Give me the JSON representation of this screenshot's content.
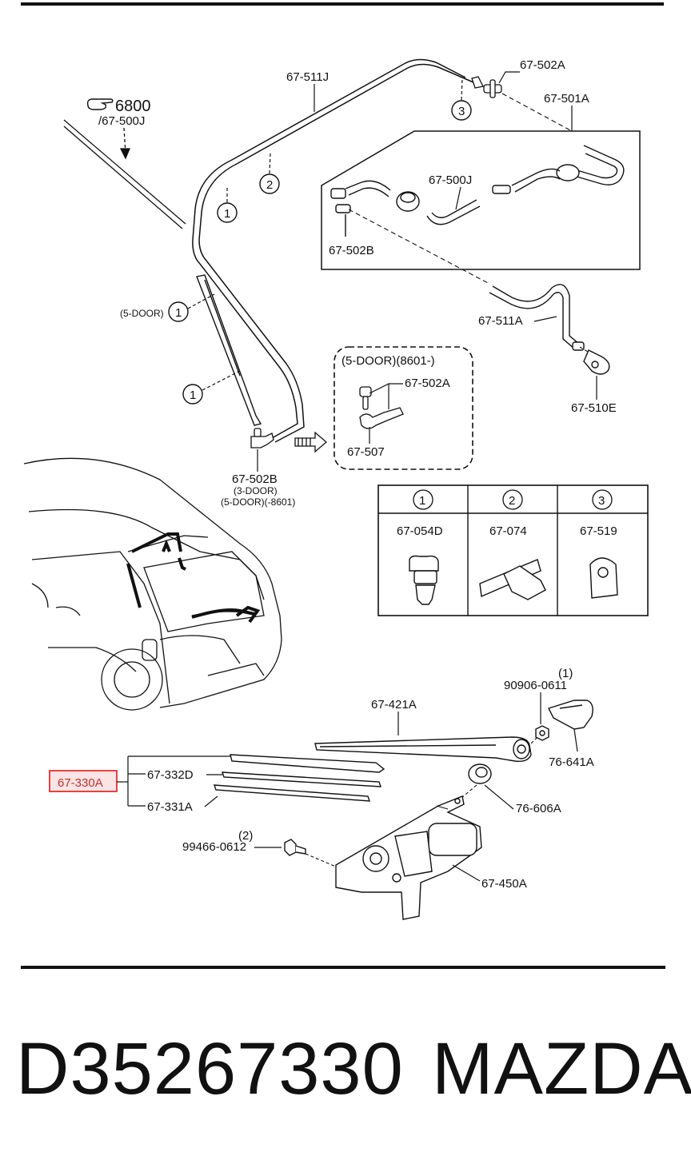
{
  "labels": {
    "ref_6800": "6800",
    "ref_67500J_top": "/67-500J",
    "p67511J": "67-511J",
    "p67502A_top": "67-502A",
    "p67501A": "67-501A",
    "p67500J": "67-500J",
    "p67502B_box": "67-502B",
    "p67511A": "67-511A",
    "p67510E": "67-510E",
    "five_door_left": "(5-DOOR)",
    "five_door_group": "(5-DOOR)(8601-)",
    "p67502A_mid": "67-502A",
    "p67507": "67-507",
    "p67502B": "67-502B",
    "three_door": "(3-DOOR)",
    "five_door_range": "(5-DOOR)(-8601)",
    "p90906_qty": "(1)",
    "p90906": "90906-0611",
    "p67421A": "67-421A",
    "p76641A": "76-641A",
    "p67330A": "67-330A",
    "p67332D": "67-332D",
    "p67331A": "67-331A",
    "p76606A": "76-606A",
    "p99466_qty": "(2)",
    "p99466": "99466-0612",
    "p67450A": "67-450A"
  },
  "callouts": [
    "1",
    "2",
    "3"
  ],
  "clip_table": [
    {
      "num": "1",
      "part": "67-054D"
    },
    {
      "num": "2",
      "part": "67-074"
    },
    {
      "num": "3",
      "part": "67-519"
    }
  ],
  "footer": {
    "part_number": "D35267330",
    "brand": "MAZDA"
  },
  "colors": {
    "ink": "#111111",
    "highlight_border": "#e03030",
    "highlight_fill": "#fde4e4",
    "highlight_text": "#c03030"
  },
  "icons": [
    "pointing-hand-icon",
    "direction-arrow-icon"
  ]
}
